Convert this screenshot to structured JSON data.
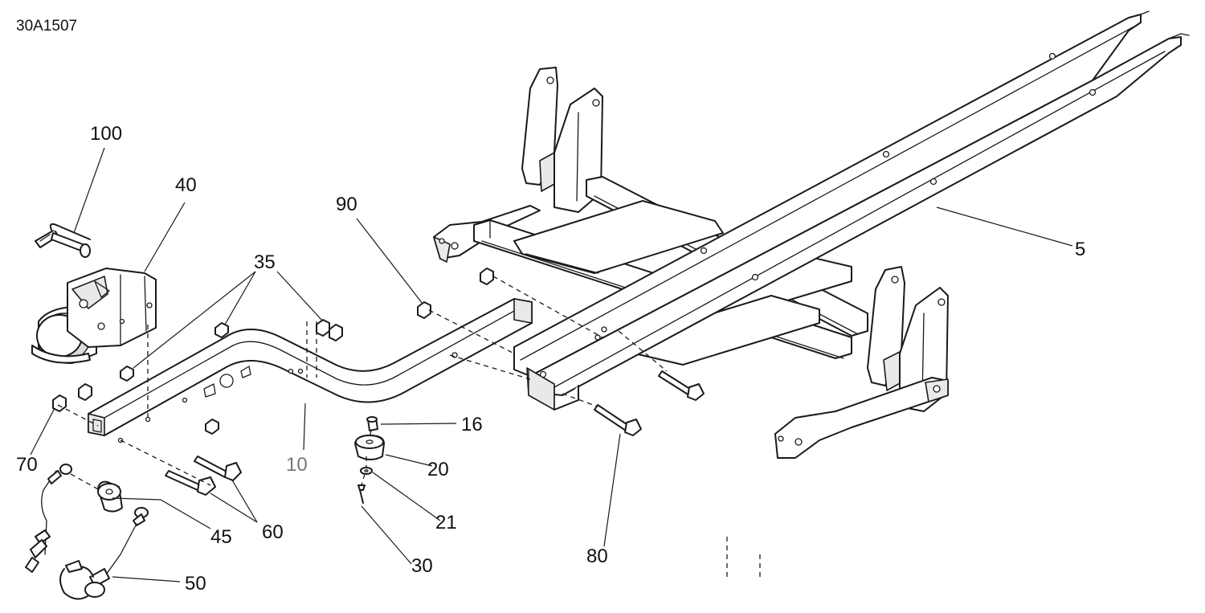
{
  "drawing_number": "30A1507",
  "callouts": {
    "c100": "100",
    "c40": "40",
    "c35": "35",
    "c90": "90",
    "c5": "5",
    "c16": "16",
    "c20": "20",
    "c21": "21",
    "c30": "30",
    "c10": "10",
    "c70": "70",
    "c45": "45",
    "c60": "60",
    "c50": "50",
    "c80": "80"
  }
}
